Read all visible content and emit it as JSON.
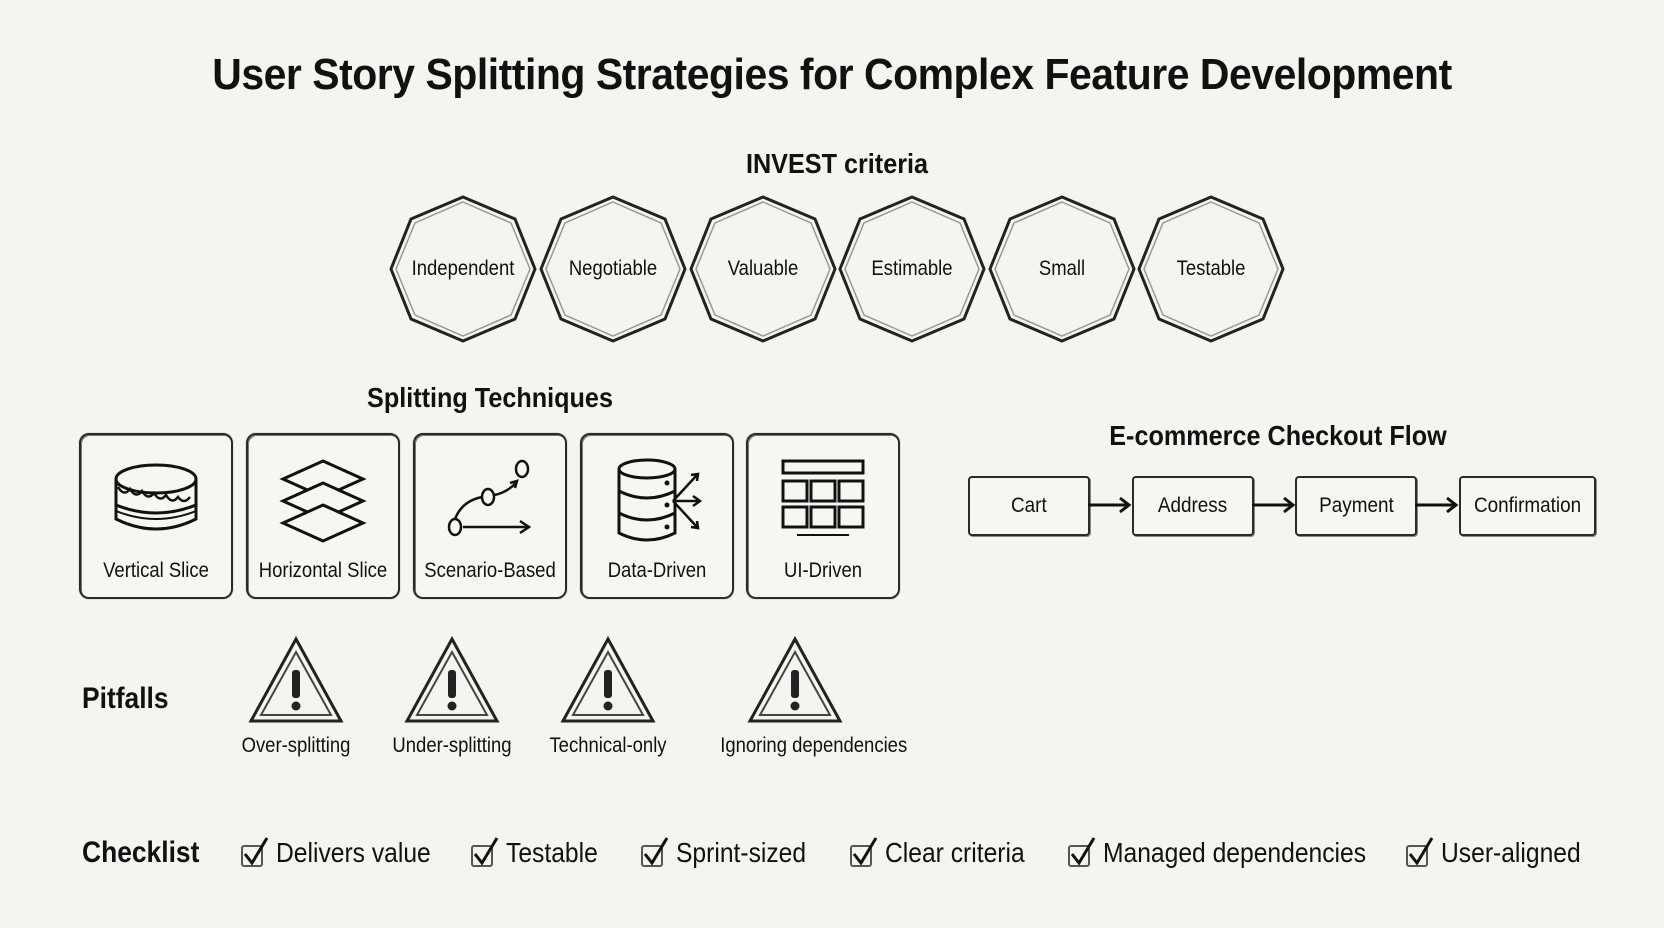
{
  "title": "User Story Splitting Strategies for Complex Feature Development",
  "invest": {
    "heading": "INVEST criteria",
    "items": [
      "Independent",
      "Negotiable",
      "Valuable",
      "Estimable",
      "Small",
      "Testable"
    ]
  },
  "techniques": {
    "heading": "Splitting Techniques",
    "items": [
      {
        "label": "Vertical Slice",
        "icon": "layer-cake-icon"
      },
      {
        "label": "Horizontal Slice",
        "icon": "stacked-layers-icon"
      },
      {
        "label": "Scenario-Based",
        "icon": "branching-path-icon"
      },
      {
        "label": "Data-Driven",
        "icon": "database-arrows-icon"
      },
      {
        "label": "UI-Driven",
        "icon": "ui-grid-icon"
      }
    ]
  },
  "checkout": {
    "heading": "E-commerce Checkout Flow",
    "steps": [
      "Cart",
      "Address",
      "Payment",
      "Confirmation"
    ]
  },
  "pitfalls": {
    "label": "Pitfalls",
    "items": [
      "Over-splitting",
      "Under-splitting",
      "Technical-only",
      "Ignoring dependencies"
    ]
  },
  "checklist": {
    "label": "Checklist",
    "items": [
      "Delivers value",
      "Testable",
      "Sprint-sized",
      "Clear criteria",
      "Managed dependencies",
      "User-aligned"
    ]
  },
  "colors": {
    "background": "#f4f4f1",
    "ink": "#111111"
  }
}
